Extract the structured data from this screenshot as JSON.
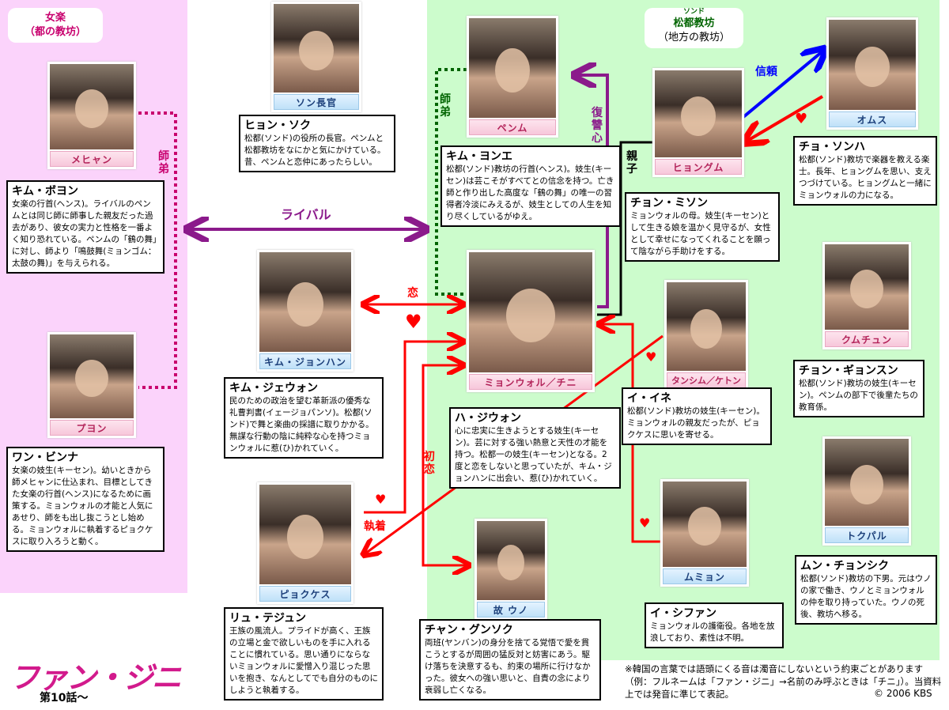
{
  "groups": {
    "gakuraku": {
      "title": "女楽",
      "sub": "（都の教坊）"
    },
    "songdo": {
      "ruby": "ソンド",
      "title": "松都教坊",
      "sub": "（地方の教坊）"
    }
  },
  "colors": {
    "pink_zone": "#fbd3fb",
    "green_zone": "#ccfccc",
    "rival": "#8b1a8b",
    "love": "#ff0000",
    "trust": "#0000ff"
  },
  "characters": {
    "mehyan": {
      "role": "メヒャン",
      "name": "キム・ボヨン",
      "desc": "女楽の行首(ヘンス)。ライバルのペンムとは同じ師に師事した親友だった過去があり、彼女の実力と性格を一番よく知り恐れている。ペンムの「鶴の舞」に対し、師より「鳴鼓舞(ミョンゴム：太鼓の舞)」を与えられる。"
    },
    "puyon": {
      "role": "プヨン",
      "name": "ワン・ビンナ",
      "desc": "女楽の妓生(キーセン)。幼いときから師メヒャンに仕込まれ、目標としてきた女楽の行首(ヘンス)になるために画策する。ミョンウォルの才能と人気にあせり、師をも出し抜こうとし始める。ミョンウォルに執着するピョクケスに取り入ろうと動く。"
    },
    "son": {
      "role": "ソン長官",
      "name": "ヒョン・ソク",
      "desc": "松都(ソンド)の役所の長官。ペンムと松都教坊をなにかと気にかけている。昔、ペンムと恋仲にあったらしい。"
    },
    "penmu": {
      "role": "ペンム",
      "name": "キム・ヨンエ",
      "desc": "松都(ソンド)教坊の行首(ヘンス)。妓生(キーセン)は芸こそがすべてとの信念を持つ。亡き師と作り出した高度な「鶴の舞」の唯一の習得者冷淡にみえるが、妓生としての人生を知り尽くしているがゆえ。"
    },
    "hyongum": {
      "role": "ヒョングム",
      "name": "チョン・ミソン",
      "desc": "ミョンウォルの母。妓生(キーセン)として生きる娘を温かく見守るが、女性として幸せになってくれることを願って陰ながら手助けをする。"
    },
    "omusu": {
      "role": "オムス",
      "name": "チョ・ソンハ",
      "desc": "松都(ソンド)教坊で楽器を教える楽士。長年、ヒョングムを思い、支えつづけている。ヒョングムと一緒にミョンウォルの力になる。"
    },
    "jonghan": {
      "role": "キム・ジョンハン",
      "name": "キム・ジェウォン",
      "desc": "民のための政治を望む革新派の優秀な礼曹判書(イェージョパンソ)。松都(ソンド)で舞と楽曲の採譜に取りかかる。無謀な行動の陰に純粋な心を持つミョンウォルに惹(ひ)かれていく。"
    },
    "myongwol": {
      "role": "ミョンウォル／チニ",
      "name": "ハ・ジウォン",
      "desc": "心に忠実に生きようとする妓生(キーセン)。芸に対する強い熱意と天性の才能を持つ。松都一の妓生(キーセン)となる。2度と恋をしないと思っていたが、キム・ジョンハンに出会い、惹(ひ)かれていく。"
    },
    "tansim": {
      "role": "タンシム／ケトン",
      "name": "イ・イネ",
      "desc": "松都(ソンド)教坊の妓生(キーセン)。ミョンウォルの親友だったが、ピョクケスに思いを寄せる。"
    },
    "kumchun": {
      "role": "クムチュン",
      "name": "チョン・ギョンスン",
      "desc": "松都(ソンド)教坊の妓生(キーセン)。ペンムの部下で後輩たちの教育係。"
    },
    "pyokkesu": {
      "role": "ピョクケス",
      "name": "リュ・テジュン",
      "desc": "王族の風流人。プライドが高く、王族の立場と金で欲しいものを手に入れることに慣れている。思い通りにならないミョンウォルに愛憎入り混じった思いを抱き、なんとしてでも自分のものにしようと執着する。"
    },
    "uno": {
      "role": "故 ウノ",
      "name": "チャン・グンソク",
      "desc": "両班(ヤンバン)の身分を捨てる覚悟で愛を貫こうとするが周囲の猛反対と妨害にあう。駆け落ちを決意するも、約束の場所に行けなかった。彼女への強い思いと、自責の念により衰弱し亡くなる。"
    },
    "mumyon": {
      "role": "ムミョン",
      "name": "イ・シファン",
      "desc": "ミョンウォルの護衛役。各地を放浪しており、素性は不明。"
    },
    "tokpal": {
      "role": "トクパル",
      "name": "ムン・チョンシク",
      "desc": "松都(ソンド)教坊の下男。元はウノの家で働き、ウノとミョンウォルの仲を取り持っていた。ウノの死後、教坊へ移る。"
    }
  },
  "relations": {
    "rival": "ライバル",
    "shitei1": "師弟",
    "shitei2": "師弟",
    "revenge": "復讐心",
    "parent": "親子",
    "trust": "信頼",
    "love": "恋",
    "firstlove": "初恋",
    "obsession": "執着",
    "heart": "♥"
  },
  "footer": {
    "title": "ファン・ジニ",
    "episode": "第10話～",
    "note": "※韓国の言葉では語頭にくる音は濁音にしないという約束ごとがあります（例：フルネームは「ファン・ジニ」→名前のみ呼ぶときは「チニ」）。当資料上では発音に準じて表記。",
    "copyright": "© 2006 KBS"
  }
}
